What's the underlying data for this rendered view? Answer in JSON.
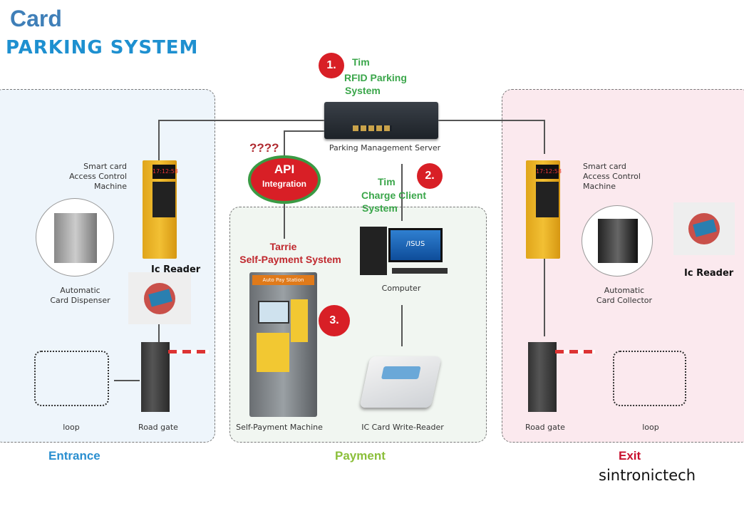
{
  "title": {
    "line1": "Card",
    "line2": "PARKING SYSTEM"
  },
  "zones": {
    "entrance": "Entrance",
    "payment": "Payment",
    "exit": "Exit"
  },
  "watermark": "sintronictech",
  "annotations": {
    "n1": "1.",
    "n1_text": [
      "Tim",
      "RFID Parking",
      "System"
    ],
    "n2": "2.",
    "n2_text": [
      "Tim",
      "Charge Client",
      "System"
    ],
    "n3": "3.",
    "question": "????",
    "api": "API",
    "api_sub": "Integration",
    "tarrie": [
      "Tarrie",
      "Self-Payment System"
    ]
  },
  "server": {
    "label": "Parking Management Server"
  },
  "entrance": {
    "kiosk_label": [
      "Smart card",
      "Access Control",
      "Machine"
    ],
    "kiosk_time": "17:12:58",
    "dispenser_label": [
      "Automatic",
      "Card Dispenser"
    ],
    "reader_label": "Ic Reader",
    "gate_label": "Road gate",
    "loop_label": "loop"
  },
  "exit": {
    "kiosk_label": [
      "Smart card",
      "Access Control",
      "Machine"
    ],
    "kiosk_time": "17:12:58",
    "collector_label": [
      "Automatic",
      "Card Collector"
    ],
    "reader_label": "Ic Reader",
    "gate_label": "Road gate",
    "loop_label": "loop"
  },
  "payment": {
    "computer_label": "Computer",
    "computer_brand": "/ISUS",
    "machine_label": "Self-Payment Machine",
    "machine_header": "Auto Pay Station",
    "reader_label": "IC Card Write-Reader"
  },
  "colors": {
    "entrance": "#2a8fd0",
    "payment": "#8bbf3a",
    "exit": "#c8102e",
    "marker": "#d81f26",
    "green_text": "#3aa64a"
  }
}
